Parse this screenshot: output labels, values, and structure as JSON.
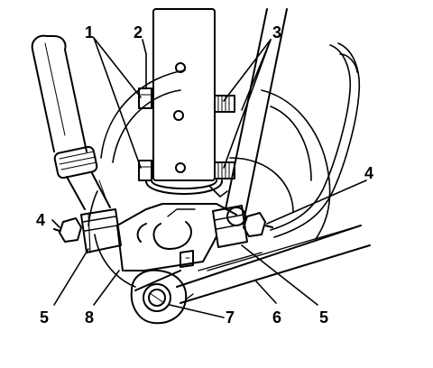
{
  "figure": {
    "colors": {
      "ink": "#000000",
      "paper": "#ffffff"
    },
    "callouts": [
      {
        "id": "c1",
        "label": "1"
      },
      {
        "id": "c2",
        "label": "2"
      },
      {
        "id": "c3",
        "label": "3"
      },
      {
        "id": "c4-left",
        "label": "4"
      },
      {
        "id": "c4-right",
        "label": "4"
      },
      {
        "id": "c5-left",
        "label": "5"
      },
      {
        "id": "c5-right",
        "label": "5"
      },
      {
        "id": "c6",
        "label": "6"
      },
      {
        "id": "c7",
        "label": "7"
      },
      {
        "id": "c8",
        "label": "8"
      }
    ]
  }
}
